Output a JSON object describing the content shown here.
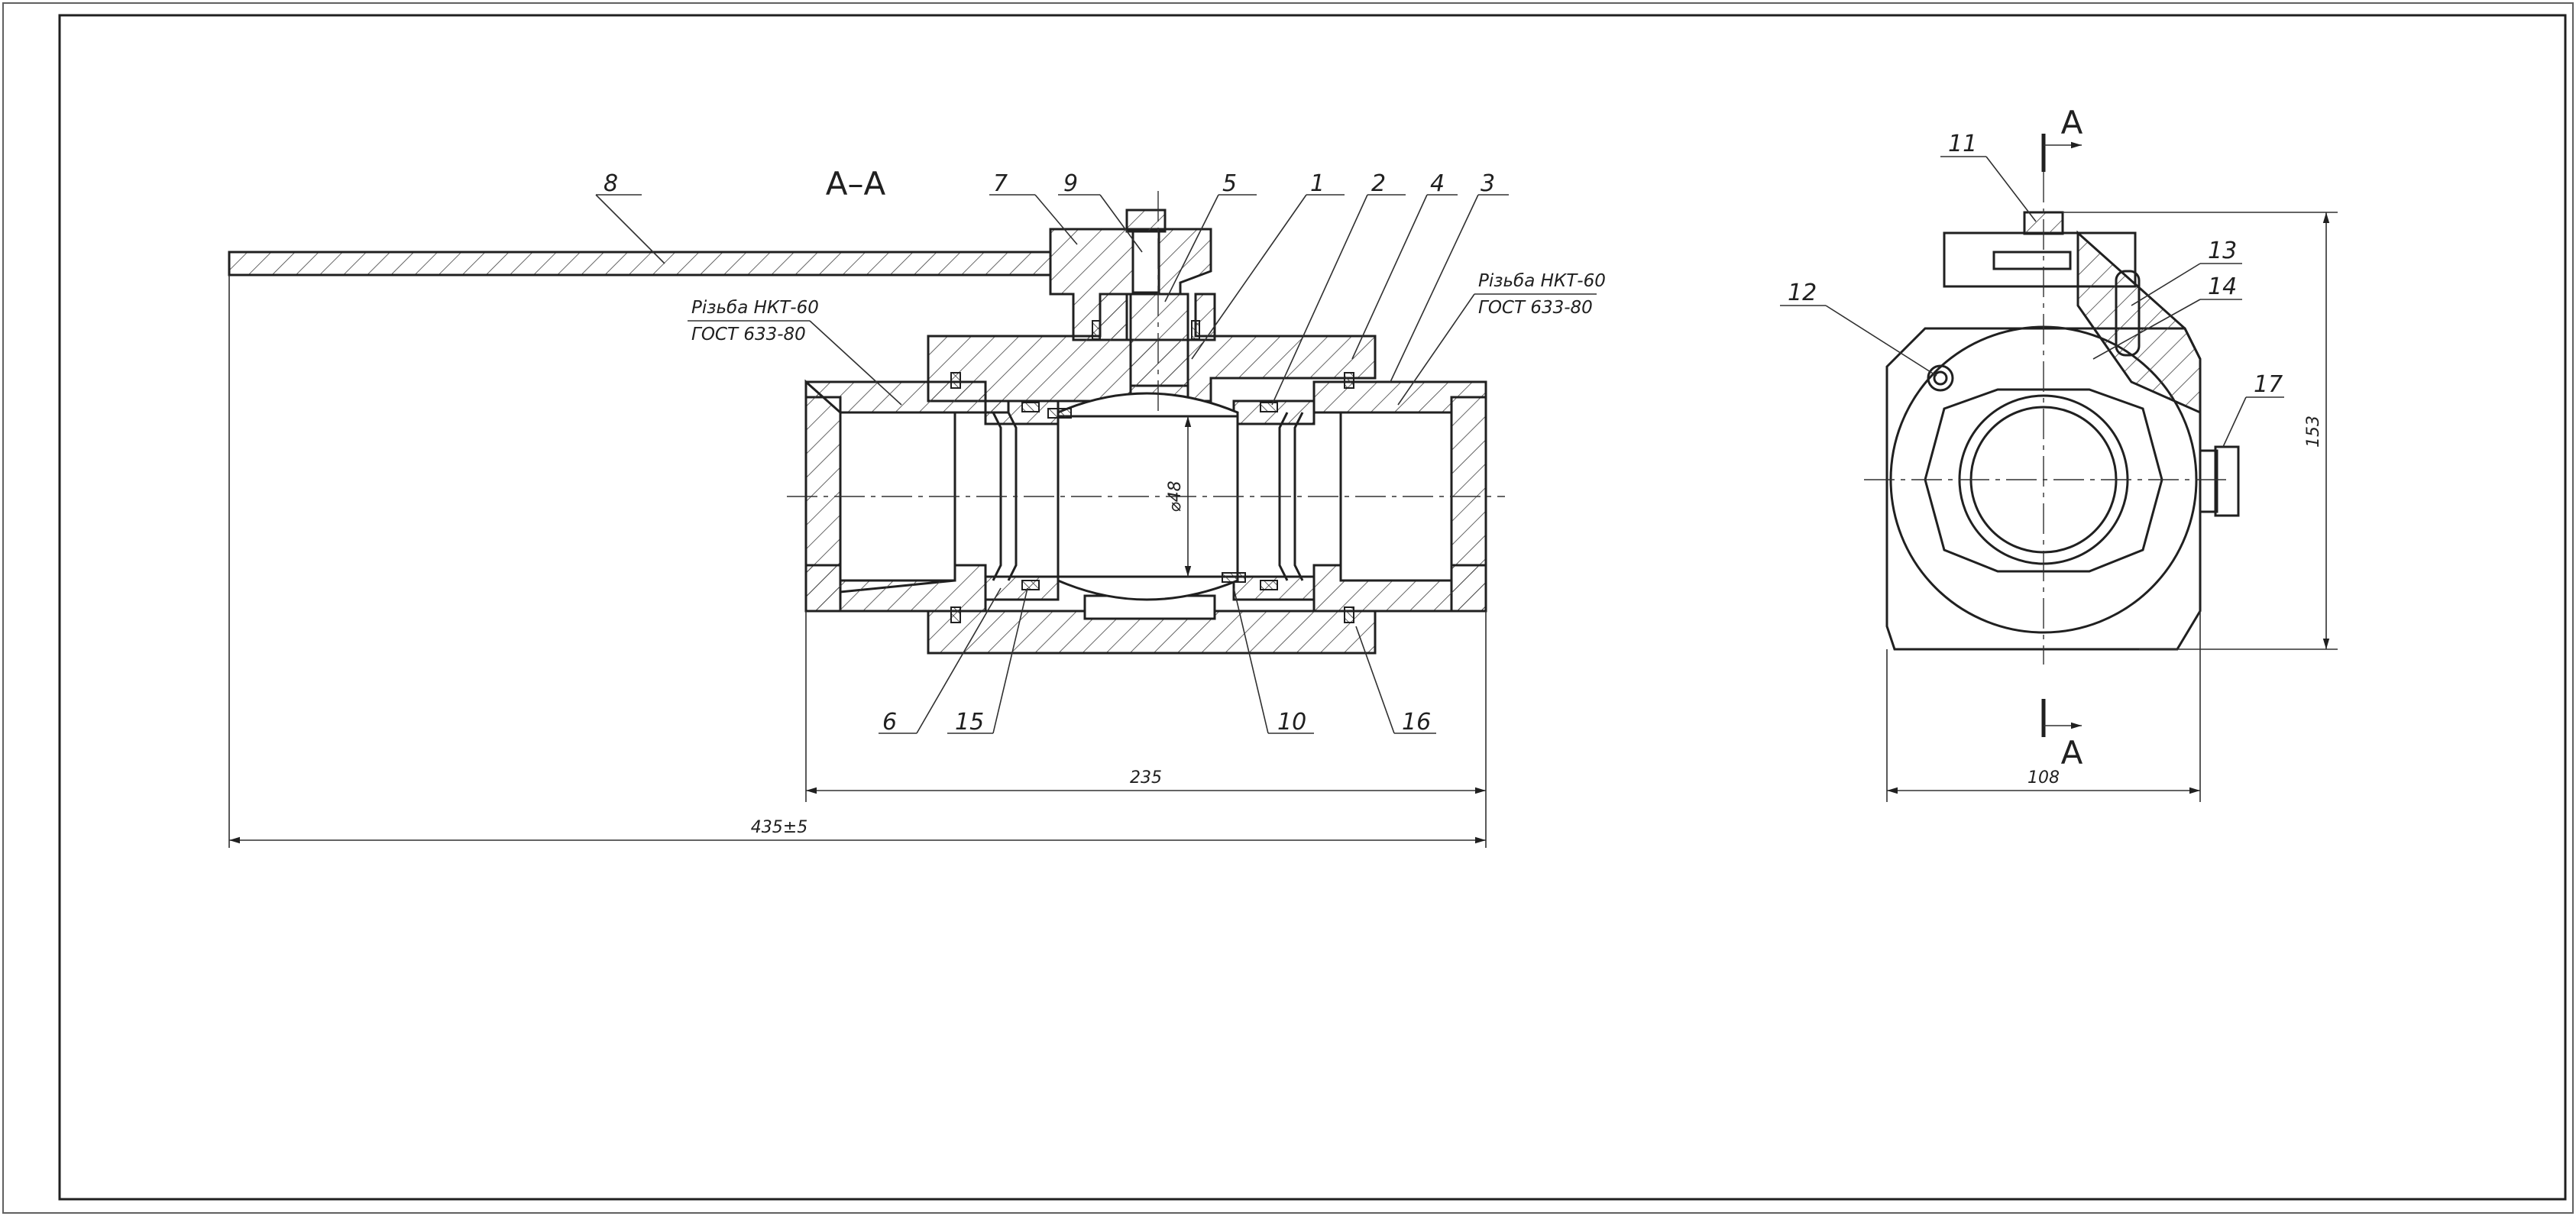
{
  "view_title": "А–А",
  "view_marker_letter": "А",
  "callouts": [
    {
      "id": "1",
      "text": "1"
    },
    {
      "id": "2",
      "text": "2"
    },
    {
      "id": "3",
      "text": "3"
    },
    {
      "id": "4",
      "text": "4"
    },
    {
      "id": "5",
      "text": "5"
    },
    {
      "id": "6",
      "text": "6"
    },
    {
      "id": "7",
      "text": "7"
    },
    {
      "id": "8",
      "text": "8"
    },
    {
      "id": "9",
      "text": "9"
    },
    {
      "id": "10",
      "text": "10"
    },
    {
      "id": "11",
      "text": "11"
    },
    {
      "id": "12",
      "text": "12"
    },
    {
      "id": "13",
      "text": "13"
    },
    {
      "id": "14",
      "text": "14"
    },
    {
      "id": "15",
      "text": "15"
    },
    {
      "id": "16",
      "text": "16"
    },
    {
      "id": "17",
      "text": "17"
    }
  ],
  "thread_note_left": {
    "line1": "Різьба НКТ-60",
    "line2": "ГОСТ 633-80"
  },
  "thread_note_right": {
    "line1": "Різьба НКТ-60",
    "line2": "ГОСТ 633-80"
  },
  "dimensions": {
    "bore": "⌀48",
    "body_length": "235",
    "overall_length": "435±5",
    "side_width": "108",
    "side_height": "153"
  }
}
